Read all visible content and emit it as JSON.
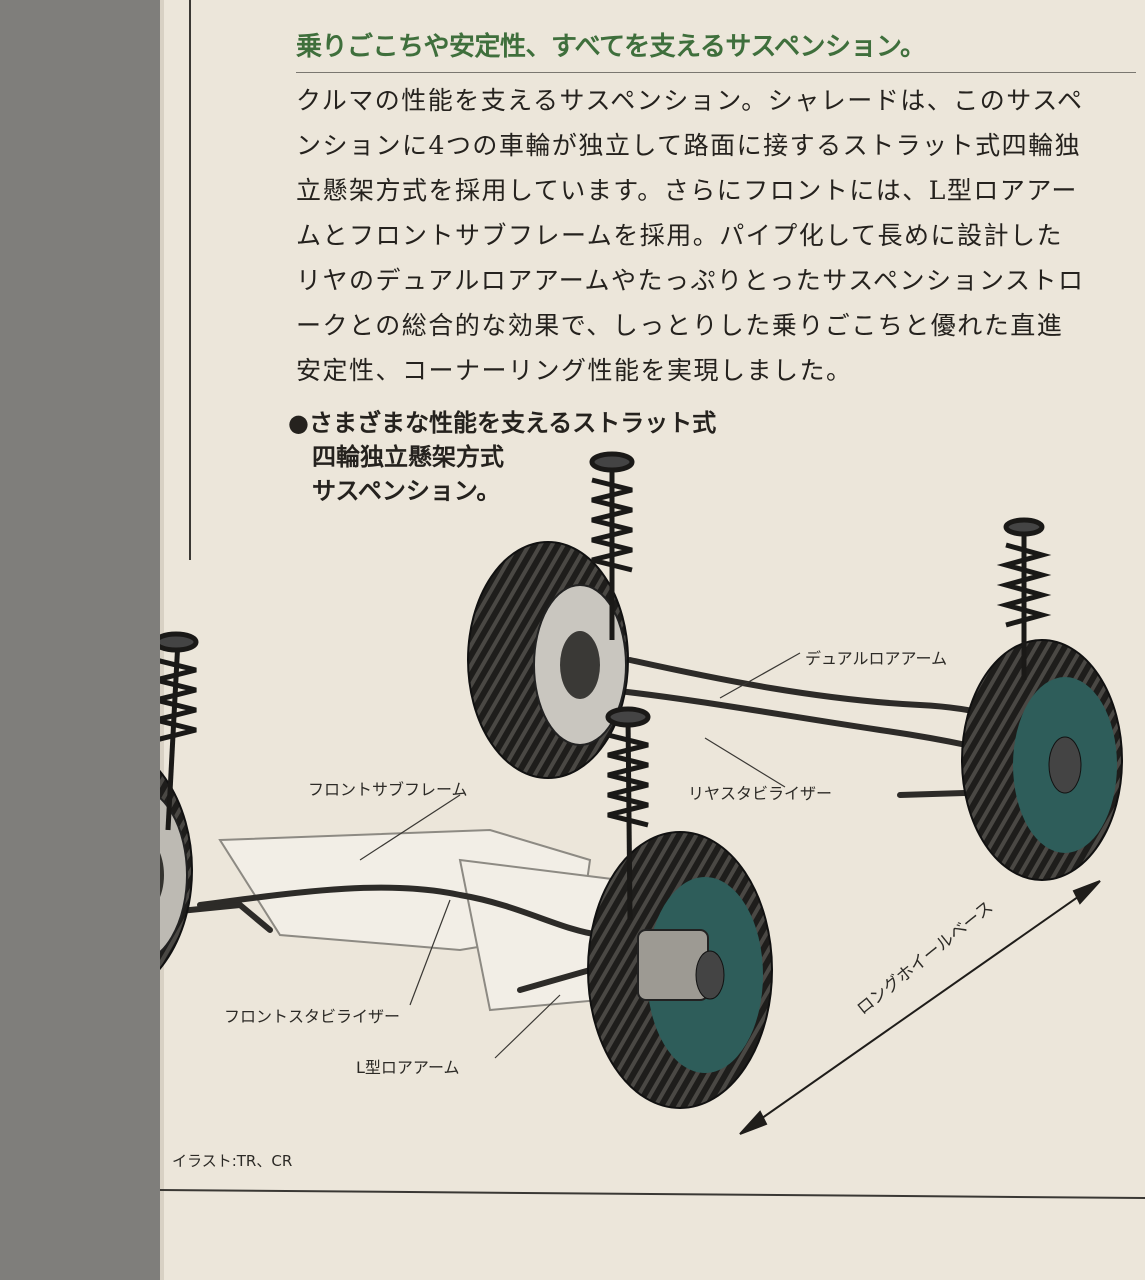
{
  "heading": "乗りごこちや安定性、すべてを支えるサスペンション。",
  "body": "クルマの性能を支えるサスペンション。シャレードは、このサスペンションに4つの車輪が独立して路面に接するストラット式四輪独立懸架方式を採用しています。さらにフロントには、L型ロアアームとフロントサブフレームを採用。パイプ化して長めに設計したリヤのデュアルロアアームやたっぷりとったサスペンションストロークとの総合的な効果で、しっとりした乗りごこちと優れた直進安定性、コーナーリング性能を実現しました。",
  "caption": {
    "line1": "●さまざまな性能を支えるストラット式",
    "line2": "四輪独立懸架方式",
    "line3": "サスペンション。"
  },
  "labels": {
    "dual_lower_arm": "デュアルロアアーム",
    "rear_stabilizer": "リヤスタビライザー",
    "front_subframe": "フロントサブフレーム",
    "front_stabilizer": "フロントスタビライザー",
    "l_lower_arm": "L型ロアアーム",
    "long_wheelbase": "ロングホイールベース"
  },
  "credit": "イラスト:TR、CR",
  "colors": {
    "heading_green": "#3f6f3c",
    "paper": "#ece6da",
    "background": "#7f7e7b",
    "hub_teal": "#2e5d5a"
  }
}
